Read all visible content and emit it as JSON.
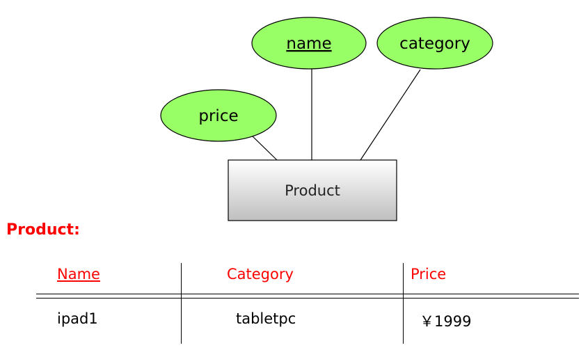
{
  "diagram": {
    "entity": {
      "label": "Product"
    },
    "attributes": [
      {
        "id": "name",
        "label": "name",
        "primary_key": true
      },
      {
        "id": "category",
        "label": "category",
        "primary_key": false
      },
      {
        "id": "price",
        "label": "price",
        "primary_key": false
      }
    ],
    "colors": {
      "attribute_fill": "#99ff66",
      "entity_fill_top": "#ffffff",
      "entity_fill_bottom": "#bfbfbf",
      "stroke": "#000000"
    }
  },
  "table": {
    "heading": "Product",
    "heading_suffix": ":",
    "heading_color": "#ff0000",
    "columns": [
      {
        "label": "Name",
        "key": true
      },
      {
        "label": "Category",
        "key": false
      },
      {
        "label": "Price",
        "key": false
      }
    ],
    "rows": [
      [
        "ipad1",
        "tabletpc",
        "￥1999"
      ]
    ]
  }
}
